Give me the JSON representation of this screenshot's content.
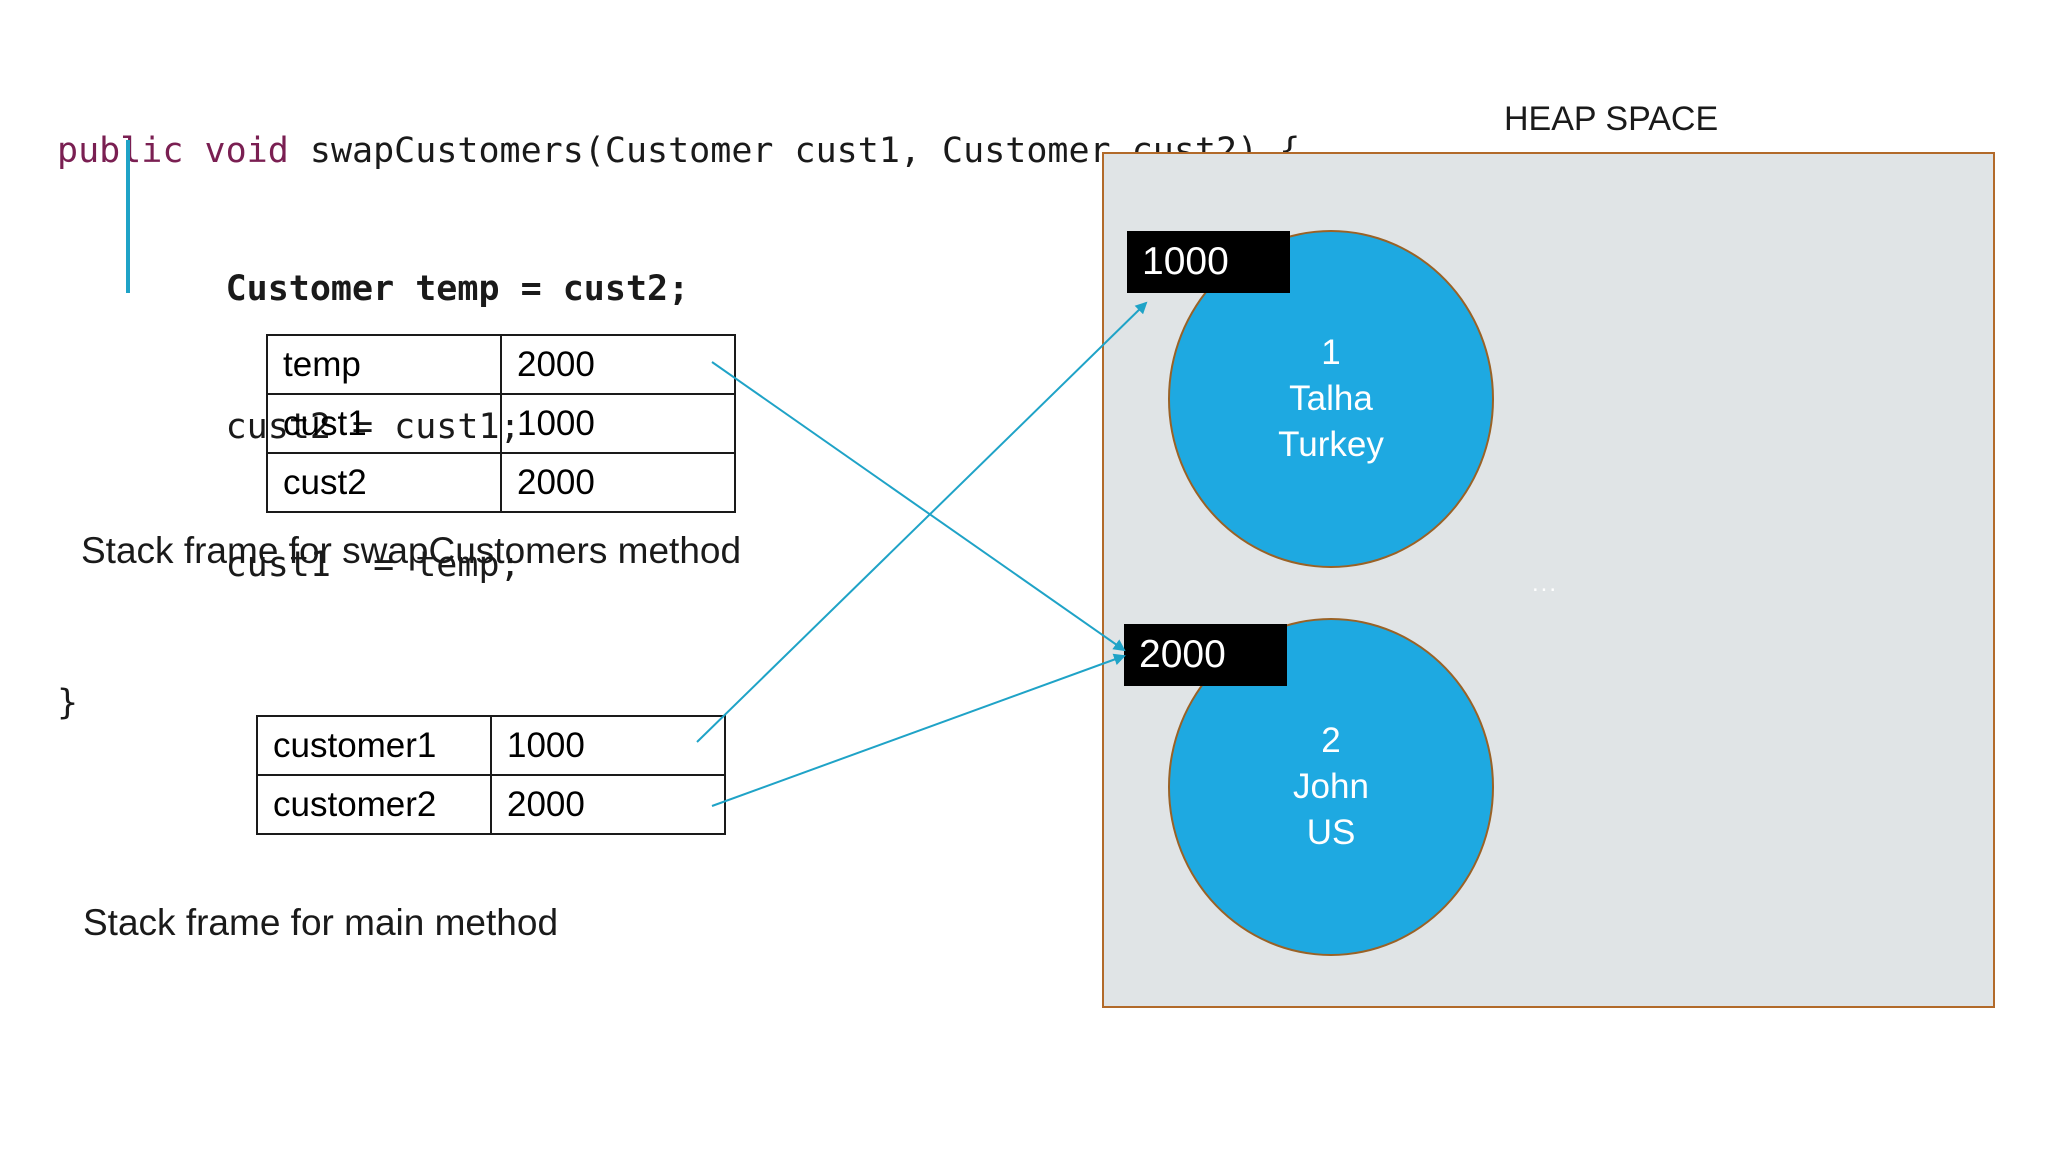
{
  "code": {
    "line1_kw1": "public",
    "line1_kw2": "void",
    "line1_rest": "swapCustomers(Customer cust1, Customer cust2) {",
    "line2": "Customer temp = cust2;",
    "line3": "cust2 = cust1;",
    "line4": "cust1  = temp;",
    "line5": "}"
  },
  "swap_frame": {
    "caption": "Stack frame for swapCustomers method",
    "rows": [
      {
        "name": "temp",
        "value": "2000"
      },
      {
        "name": "cust1",
        "value": "1000"
      },
      {
        "name": "cust2",
        "value": "2000"
      }
    ]
  },
  "main_frame": {
    "caption": "Stack frame for main method",
    "rows": [
      {
        "name": "customer1",
        "value": "1000"
      },
      {
        "name": "customer2",
        "value": "2000"
      }
    ]
  },
  "heap": {
    "title": "HEAP SPACE",
    "ellipsis": "...",
    "objects": [
      {
        "address": "1000",
        "id": "1",
        "name": "Talha",
        "country": "Turkey"
      },
      {
        "address": "2000",
        "id": "2",
        "name": "John",
        "country": "US"
      }
    ]
  },
  "colors": {
    "arrow": "#1fa3c7",
    "object_fill": "#1ea9e1",
    "heap_fill": "#e0e4e6",
    "keyword": "#7a1f52"
  }
}
